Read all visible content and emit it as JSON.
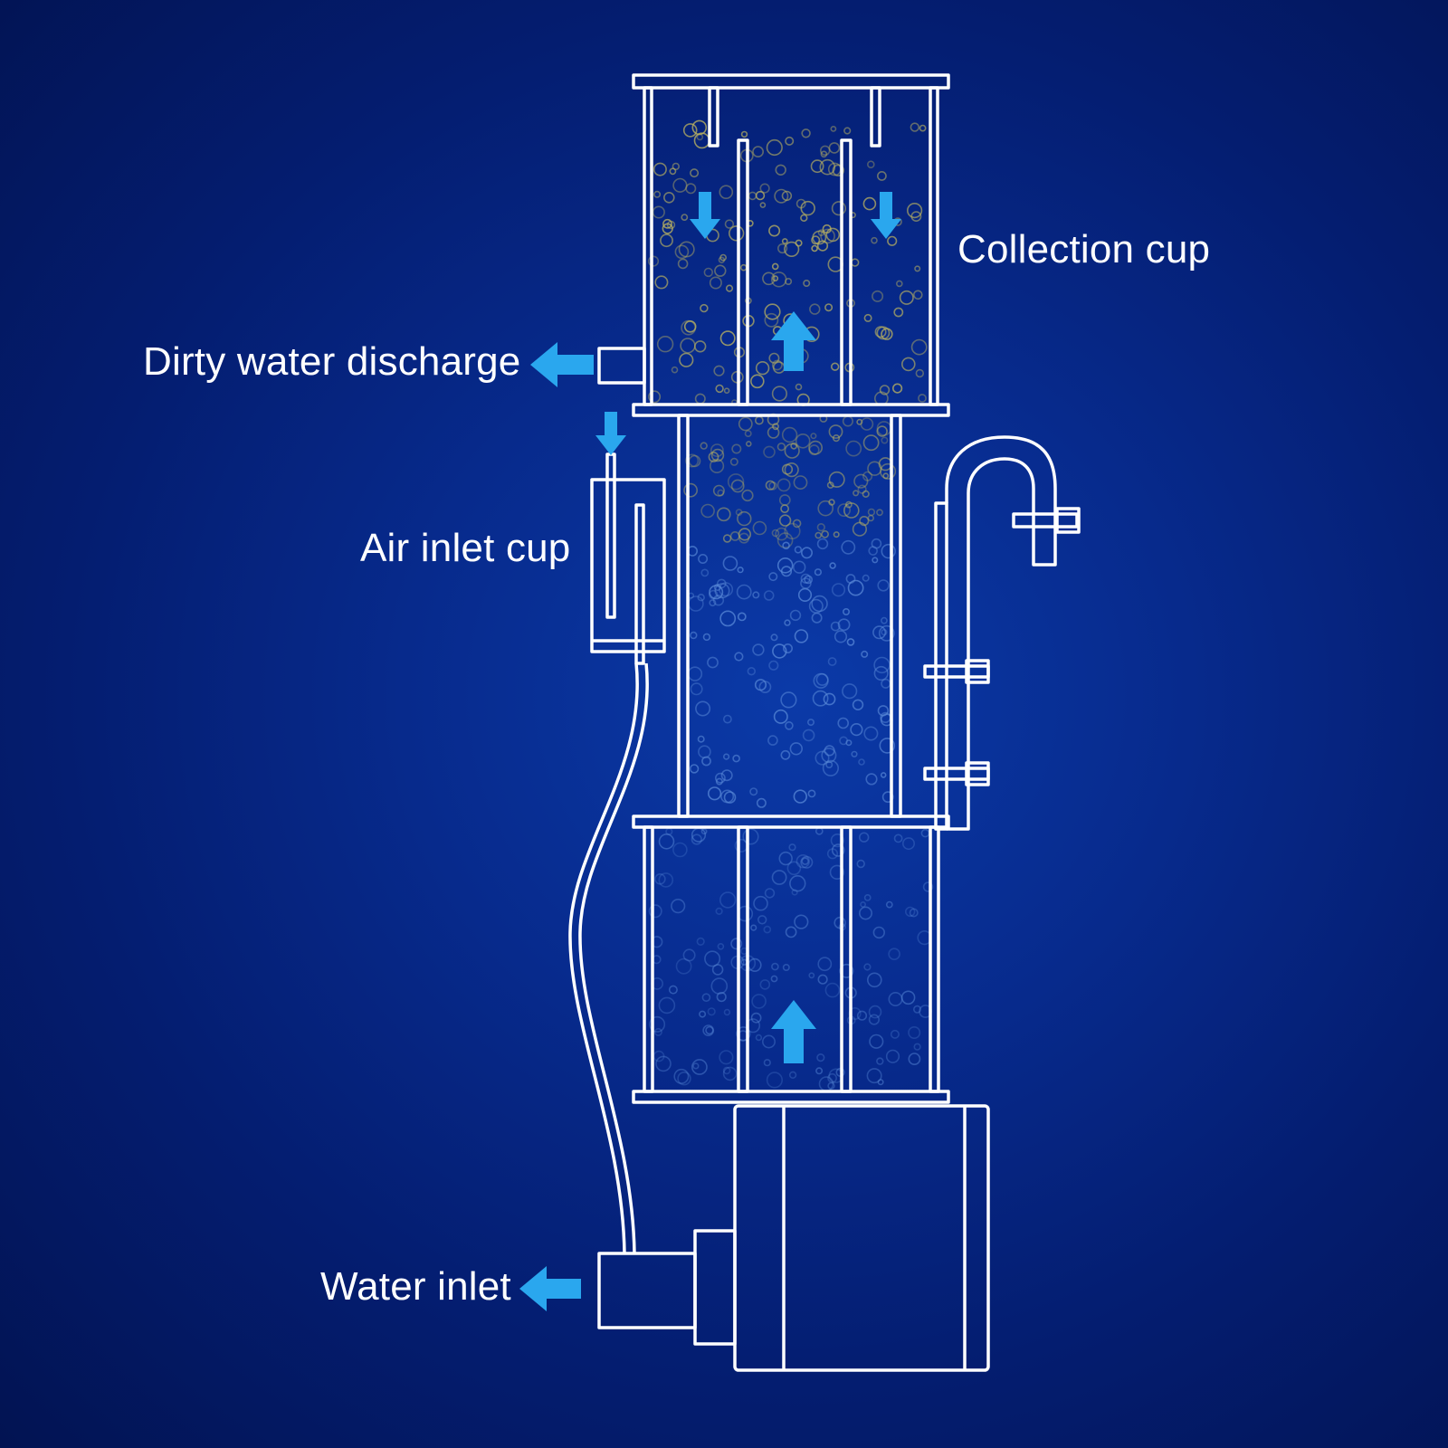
{
  "labels": {
    "collection_cup": "Collection cup",
    "dirty_water_discharge": "Dirty water discharge",
    "air_inlet_cup": "Air inlet cup",
    "water_inlet": "Water inlet"
  },
  "colors": {
    "background": "#062a8c",
    "outline": "#ffffff",
    "arrow": "#2aa7ee",
    "foam_bubble": "#b8b060",
    "water_bubble": "#5a8ad8"
  }
}
